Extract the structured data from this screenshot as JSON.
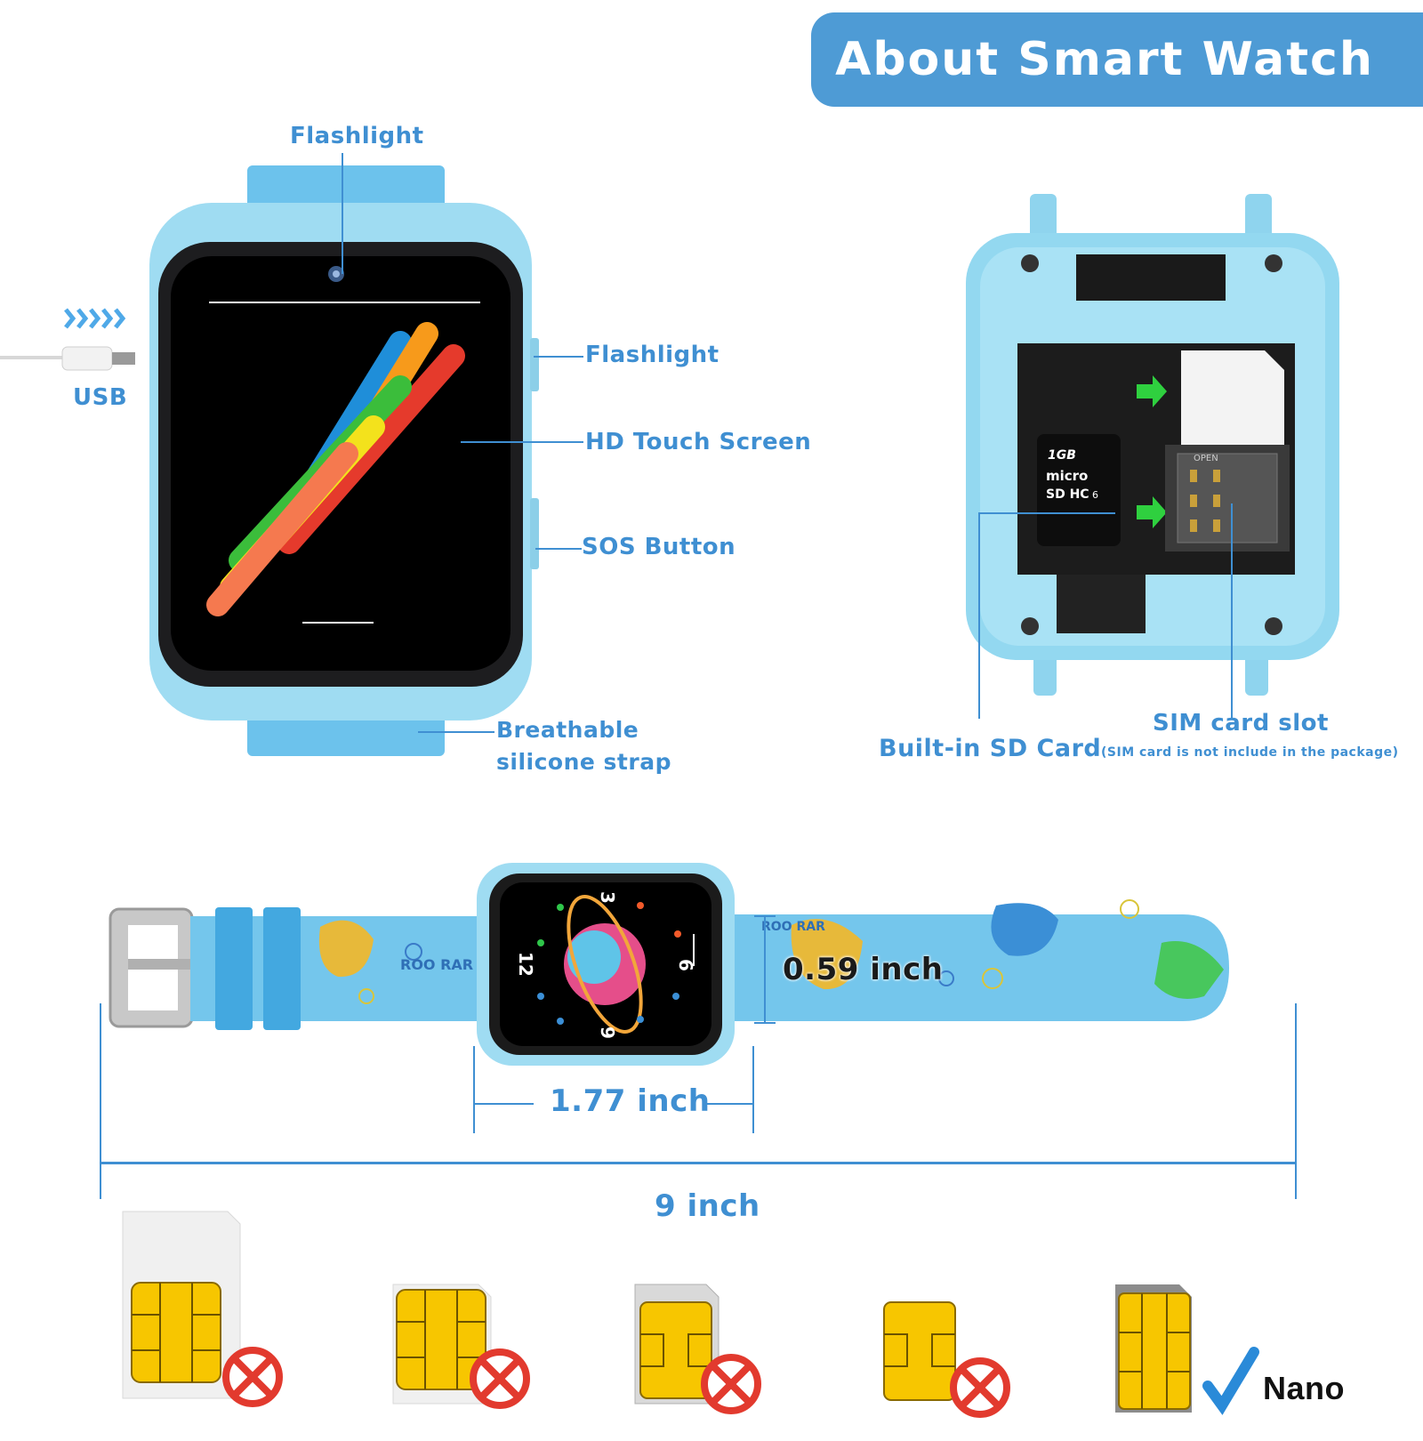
{
  "header": {
    "title": "About Smart Watch"
  },
  "labels": {
    "flashlight_top": "Flashlight",
    "flashlight_side": "Flashlight",
    "hd_screen": "HD Touch Screen",
    "sos": "SOS Button",
    "strap_line1": "Breathable",
    "strap_line2": "silicone strap",
    "usb": "USB",
    "sd_card": "Built-in SD Card",
    "sim_slot": "SIM card slot",
    "sim_note": "(SIM card is not include in the package)"
  },
  "sd_card_print": {
    "capacity": "1GB",
    "brand": "micro",
    "type": "SD HC",
    "class": "6",
    "slot_text": "OPEN"
  },
  "watch_face_numbers": {
    "n3": "3",
    "n6": "6",
    "n9": "9",
    "n12": "12"
  },
  "strap_print": "ROO RAR",
  "dimensions": {
    "width": "0.59 inch",
    "screen": "1.77 inch",
    "length": "9 inch"
  },
  "sim_types": {
    "accepted_label": "Nano"
  },
  "colors": {
    "accent": "#3f8fd2",
    "header_bg": "#4e9bd5",
    "watch_body": "#8fd4ee",
    "strap": "#6ec3ea",
    "chip": "#f7c600",
    "reject": "#e23a2e"
  }
}
